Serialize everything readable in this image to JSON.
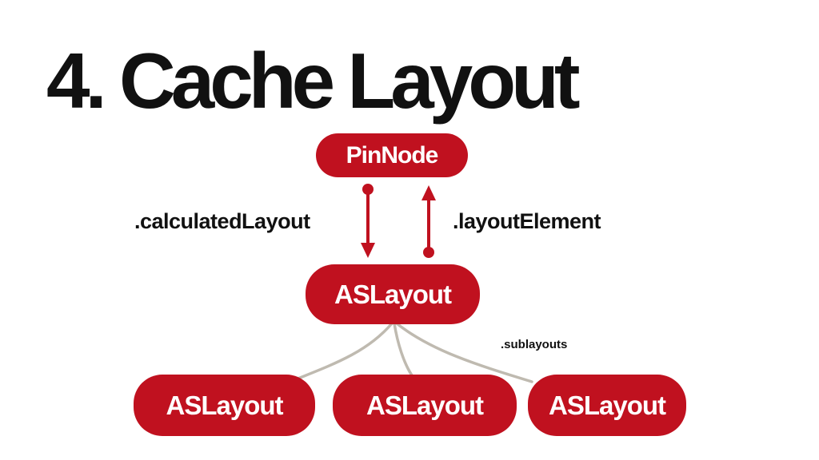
{
  "title": "4. Cache Layout",
  "nodes": {
    "root": "PinNode",
    "layout": "ASLayout",
    "children": [
      "ASLayout",
      "ASLayout",
      "ASLayout"
    ]
  },
  "edges": {
    "down_label": ".calculatedLayout",
    "up_label": ".layoutElement",
    "children_label": ".sublayouts"
  },
  "colors": {
    "node": "#c0111f",
    "branch": "#bfbab0",
    "text": "#111111"
  }
}
